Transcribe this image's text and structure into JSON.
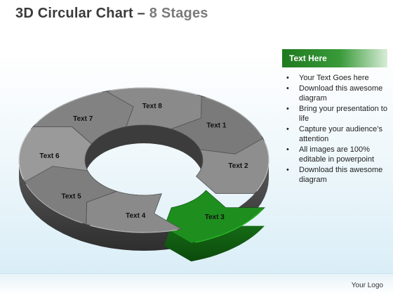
{
  "title": {
    "main": "3D Circular Chart",
    "sep": " – ",
    "sub": "8 Stages"
  },
  "stages": [
    {
      "label": "Text 1",
      "color": "#7a7a7a"
    },
    {
      "label": "Text 2",
      "color": "#8e8e8e"
    },
    {
      "label": "Text 3",
      "color": "#1e8f1e"
    },
    {
      "label": "Text 4",
      "color": "#8a8a8a"
    },
    {
      "label": "Text 5",
      "color": "#7e7e7e"
    },
    {
      "label": "Text 6",
      "color": "#9a9a9a"
    },
    {
      "label": "Text 7",
      "color": "#828282"
    },
    {
      "label": "Text 8",
      "color": "#8a8a8a"
    }
  ],
  "panel": {
    "header": "Text Here",
    "header_color": "#2a8a2a",
    "bullets": [
      "Your Text Goes here",
      "Download this awesome diagram",
      "Bring your presentation to life",
      "Capture your audience’s attention",
      "All images are 100% editable in powerpoint",
      "Download this awesome diagram"
    ]
  },
  "footer": {
    "logo": "Your Logo"
  }
}
